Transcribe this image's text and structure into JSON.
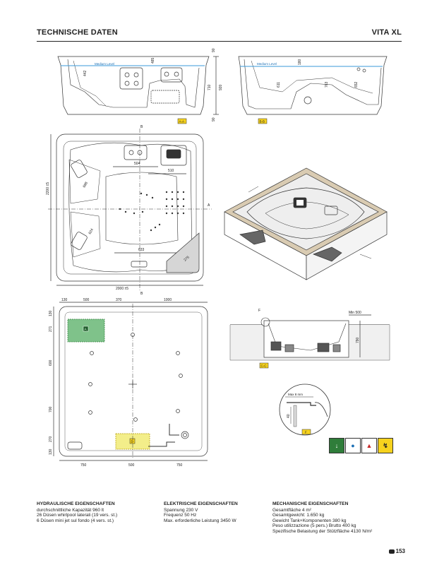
{
  "header": {
    "title_left": "TECHNISCHE DATEN",
    "title_right": "VITA XL"
  },
  "drawings": {
    "section_aa": {
      "water_label": "Medium Level",
      "dims": [
        "442",
        "485",
        "710",
        "920",
        "90",
        "90"
      ],
      "tag": "A-A"
    },
    "section_bb": {
      "water_label": "Medium Level",
      "dims": [
        "180",
        "611",
        "763",
        "652"
      ],
      "tag": "B-B"
    },
    "top_view": {
      "dims": [
        "504",
        "510",
        "698",
        "624",
        "633",
        "275"
      ],
      "height_label": "2200 ±5",
      "width_label": "2000 ±5",
      "marker_top": "B",
      "marker_bottom": "B",
      "marker_side": "A"
    },
    "base_view": {
      "top_dims": [
        "130",
        "500",
        "370",
        "1000"
      ],
      "side_dims": [
        "130",
        "271",
        "600",
        "700",
        "270",
        "130"
      ],
      "bottom_dims": [
        "750",
        "500",
        "750"
      ],
      "zone_a": "A",
      "zone_d": "D"
    },
    "section_cc": {
      "marker": "F",
      "min_label": "Min 500",
      "dim": "790",
      "tag": "C-C"
    },
    "detail_f": {
      "max_label": "Max 8 mm",
      "dim": "40",
      "tag": "F"
    }
  },
  "icons": [
    "drain-icon",
    "water-icon",
    "warning-icon",
    "energy-icon"
  ],
  "hydraulic": {
    "heading": "HYDRAULISCHE EIGENSCHAFTEN",
    "lines": [
      "durchschnittliche Kapazität 960 lt",
      "26 Düsen whirlpool laterali (19 vers. st.)",
      "6 Düsen mini jet sul fondo (4 vers. st.)"
    ]
  },
  "electrical": {
    "heading": "ELEKTRISCHE EIGENSCHAFTEN",
    "lines": [
      "Spannung 230 V",
      "Frequenz 50 Hz",
      "Max. erforderliche Leistung 3450 W"
    ]
  },
  "mechanical": {
    "heading": "MECHANISCHE EIGENSCHAFTEN",
    "lines": [
      "Gesamtfläche 4 m²",
      "Gesamtgewicht: 1.650 kg",
      "Gewicht Tank+Komponenten 380 kg",
      "Peso utilizzazione (5 pers.) Brutto 400 kg",
      "Spezifische Belastung der Stützfläche 4130 N/m²"
    ]
  },
  "page_number": "153",
  "colors": {
    "zone_a": "#7fc28a",
    "zone_d": "#f3ee8a",
    "water": "#3a9ad9",
    "stone": "#d9cbb2",
    "line": "#333333"
  }
}
